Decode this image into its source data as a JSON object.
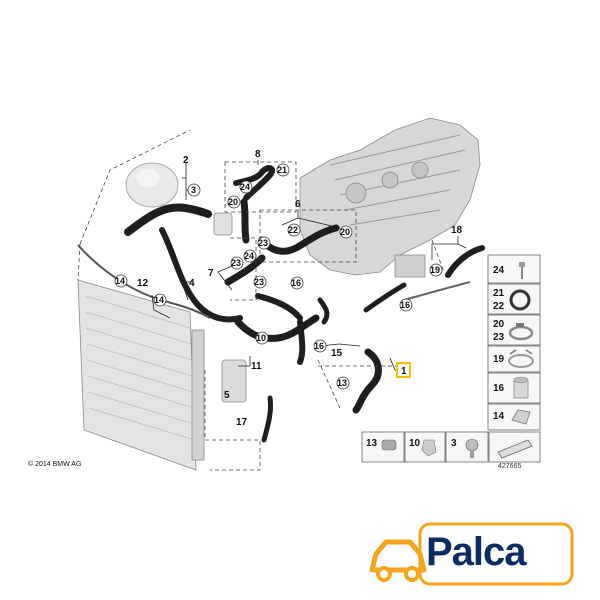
{
  "copyright": "© 2014 BMW AG",
  "reference_number": "427665",
  "logo_text": "Palca",
  "colors": {
    "logo_blue": "#0a2c64",
    "logo_orange": "#f4a51c",
    "callout_yellow": "#f2c200"
  },
  "callouts": {
    "c1": "1",
    "c2": "2",
    "c3a": "3",
    "c3b": "3",
    "c4": "4",
    "c5": "5",
    "c6": "6",
    "c7": "7",
    "c8": "8",
    "c10a": "10",
    "c10b": "10",
    "c11": "11",
    "c12": "12",
    "c13a": "13",
    "c13b": "13",
    "c14a": "14",
    "c14b": "14",
    "c14c": "14",
    "c15": "15",
    "c16a": "16",
    "c16b": "16",
    "c16c": "16",
    "c17": "17",
    "c18": "18",
    "c19a": "19",
    "c19b": "19",
    "c20a": "20",
    "c20b": "20",
    "c20c": "20",
    "c21a": "21",
    "c21b": "21",
    "c22a": "22",
    "c22b": "22",
    "c23a": "23",
    "c23b": "23",
    "c23c": "23",
    "c24a": "24",
    "c24b": "24",
    "c24c": "24"
  },
  "parts_legend": [
    {
      "numbers": [
        "24"
      ],
      "icon": "bolt-icon"
    },
    {
      "numbers": [
        "21",
        "22"
      ],
      "icon": "sealing-ring-icon"
    },
    {
      "numbers": [
        "20",
        "23"
      ],
      "icon": "hose-clamp-icon"
    },
    {
      "numbers": [
        "19"
      ],
      "icon": "spring-clamp-icon"
    },
    {
      "numbers": [
        "16"
      ],
      "icon": "hose-connector-icon"
    },
    {
      "numbers": [
        "14"
      ],
      "icon": "holder-clip-icon"
    }
  ],
  "parts_bottom": [
    {
      "number": "13",
      "icon": "clamp-icon"
    },
    {
      "number": "10",
      "icon": "clip-icon"
    },
    {
      "number": "3",
      "icon": "screw-plug-icon"
    },
    {
      "number": "",
      "icon": "gasket-strip-icon"
    }
  ]
}
